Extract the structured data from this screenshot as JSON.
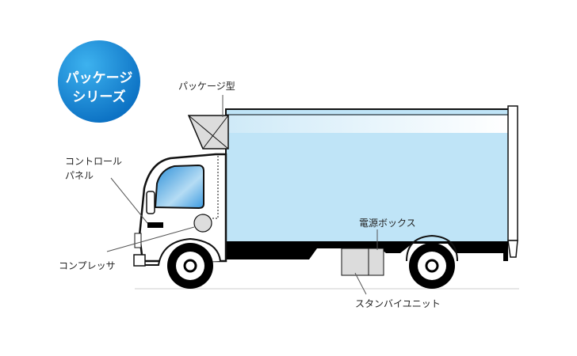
{
  "badge": {
    "line1": "パッケージ",
    "line2": "シリーズ",
    "color": "#0d86d6"
  },
  "labels": {
    "package_type": "パッケージ型",
    "control_panel_line1": "コントロール",
    "control_panel_line2": "パネル",
    "compressor": "コンプレッサ",
    "power_box": "電源ボックス",
    "standby_unit": "スタンバイユニット"
  },
  "colors": {
    "cargo_box": "#bfe4f7",
    "unit": "#dcdcdc",
    "chassis": "#000000"
  }
}
